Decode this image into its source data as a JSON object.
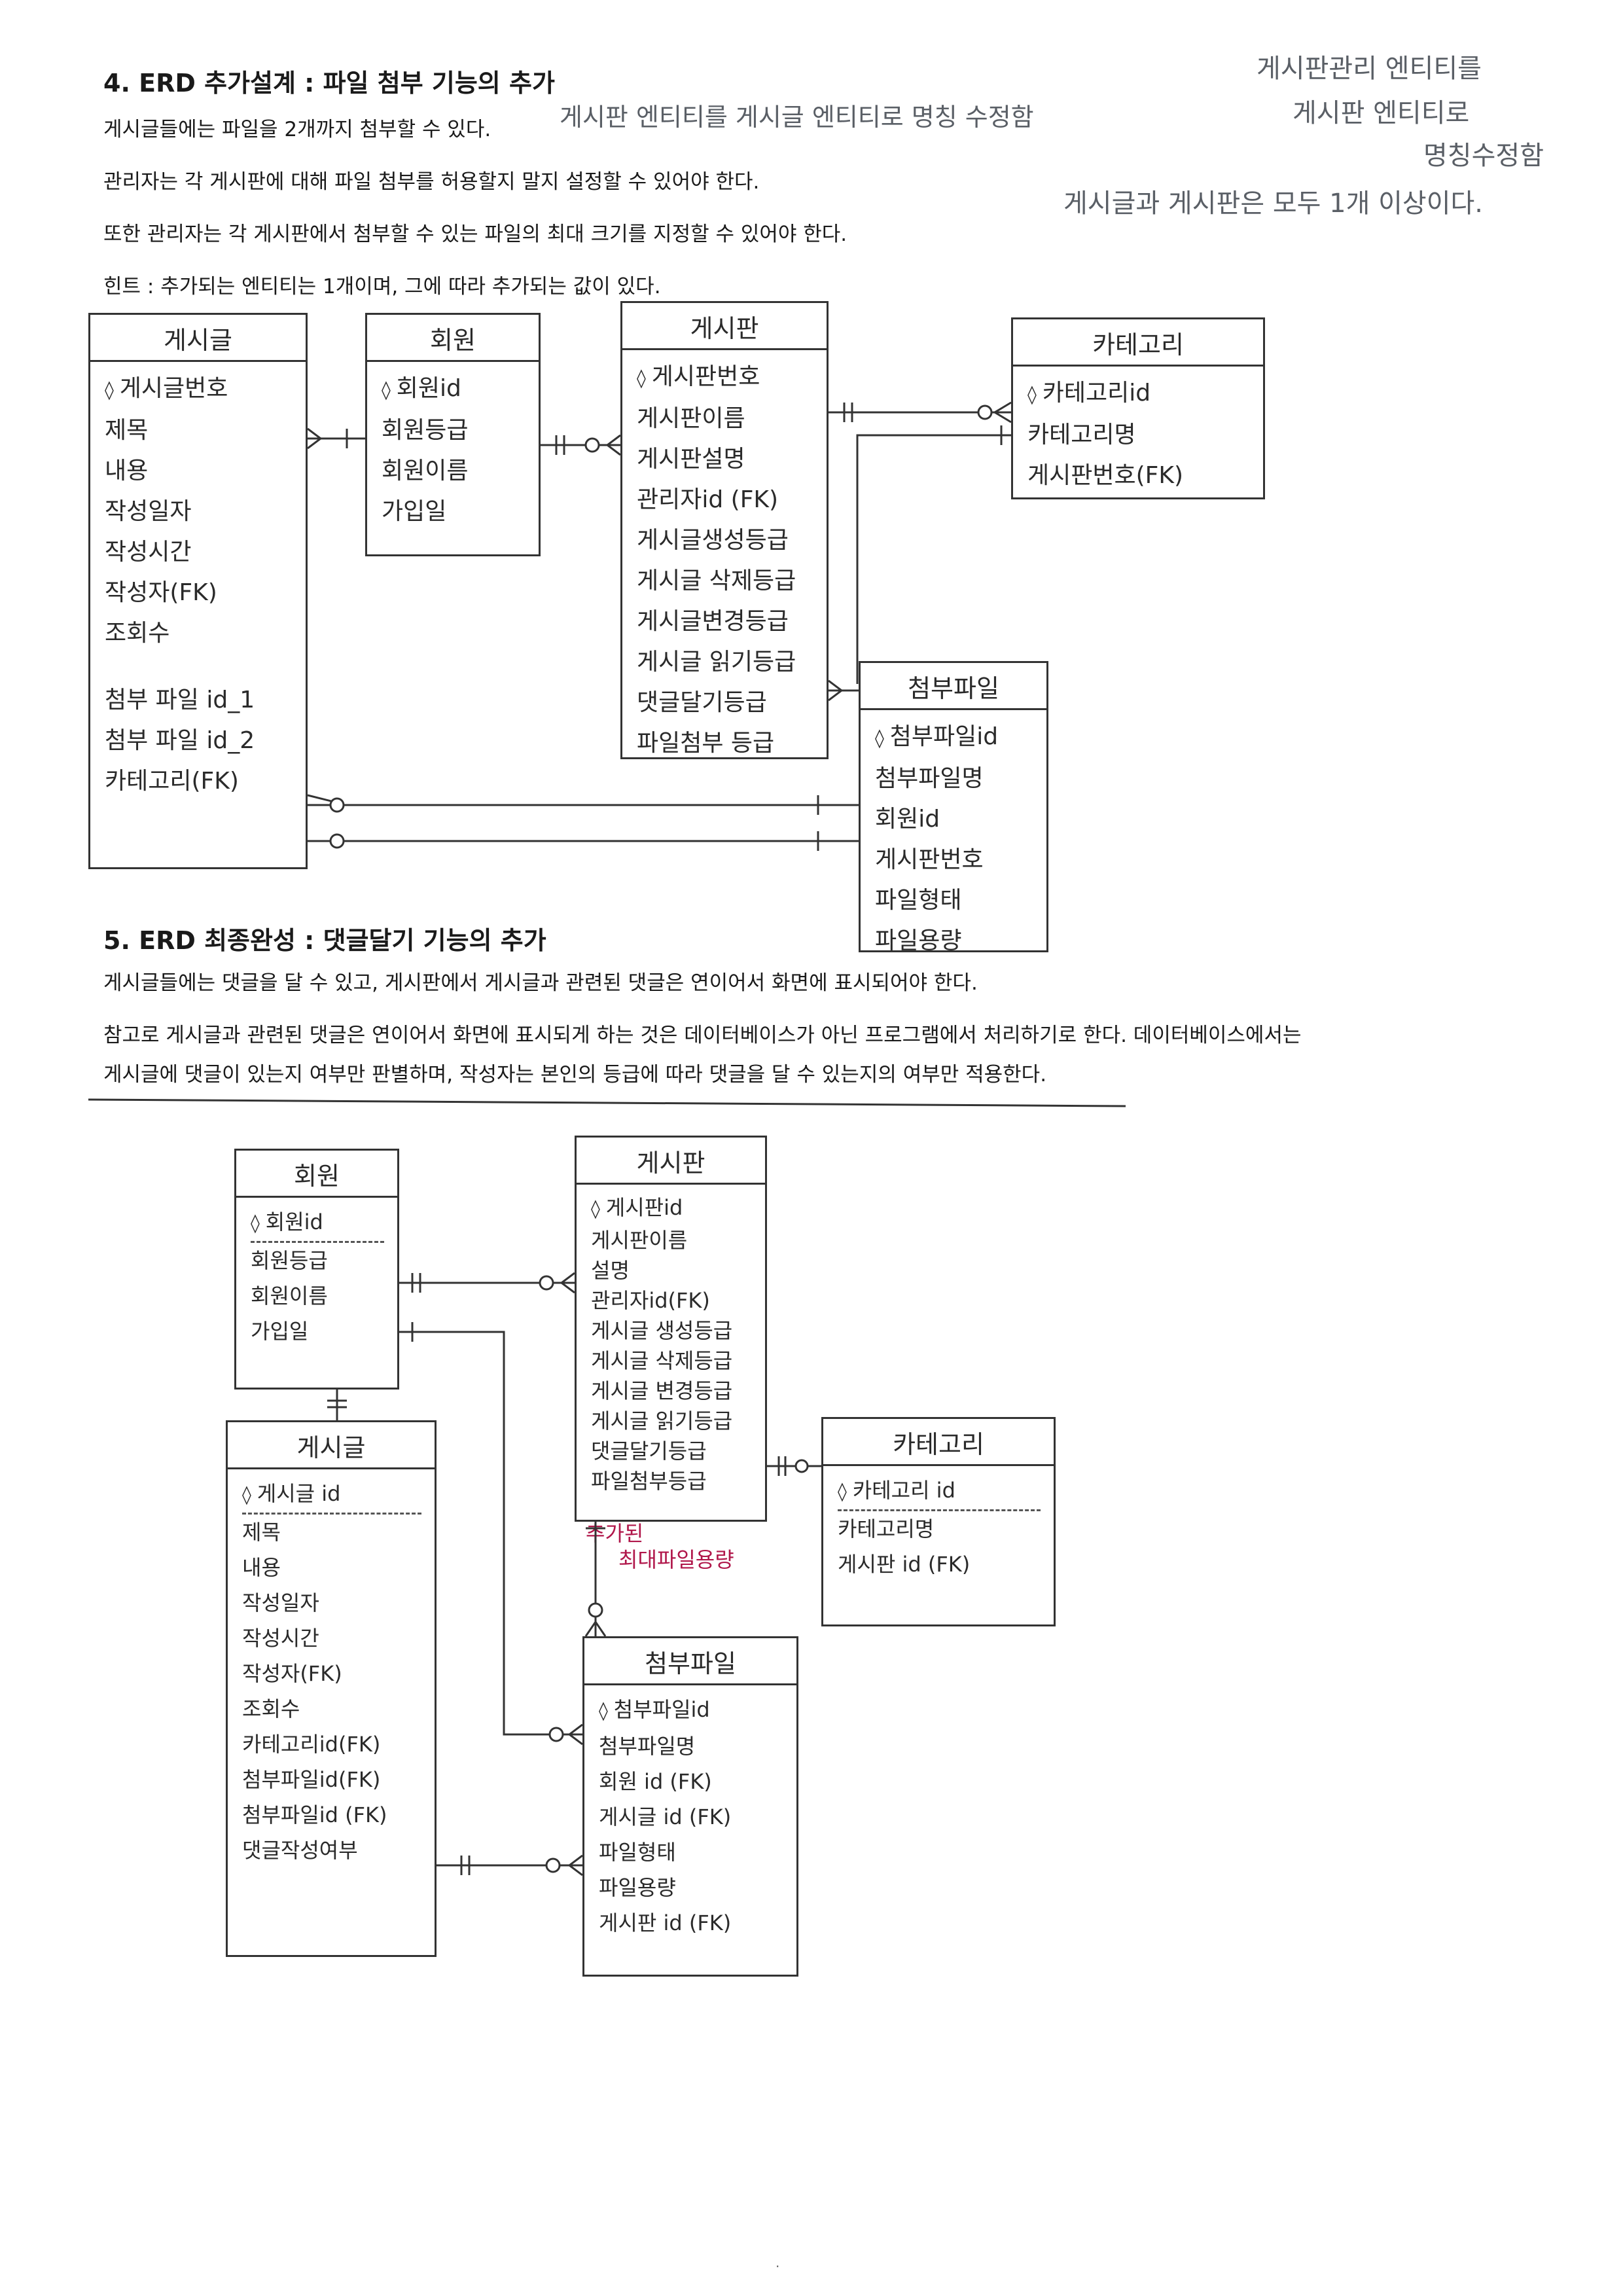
{
  "section4": {
    "heading": "4. ERD 추가설계 : 파일 첨부 기능의 추가",
    "lines": [
      "게시글들에는 파일을 2개까지 첨부할 수 있다.",
      "관리자는 각 게시판에 대해 파일 첨부를 허용할지 말지 설정할 수 있어야 한다.",
      "또한 관리자는 각 게시판에서 첨부할 수 있는 파일의 최대 크기를 지정할 수 있어야 한다.",
      "힌트 : 추가되는 엔티티는 1개이며, 그에 따라 추가되는 값이 있다."
    ],
    "handnotes": [
      "게시판 엔티티를 게시글 엔티티로 명칭 수정함",
      "게시판관리 엔티티를",
      "게시판 엔티티로",
      "명칭수정함",
      "게시글과 게시판은 모두 1개 이상이다."
    ],
    "entities": {
      "post": {
        "title": "게시글",
        "fields": [
          "게시글번호",
          "제목",
          "내용",
          "작성일자",
          "작성시간",
          "작성자(FK)",
          "조회수",
          "첨부 파일 id_1",
          "첨부 파일 id_2",
          "카테고리(FK)"
        ]
      },
      "member": {
        "title": "회원",
        "fields": [
          "회원id",
          "회원등급",
          "회원이름",
          "가입일"
        ]
      },
      "board": {
        "title": "게시판",
        "fields": [
          "게시판번호",
          "게시판이름",
          "게시판설명",
          "관리자id (FK)",
          "게시글생성등급",
          "게시글 삭제등급",
          "게시글변경등급",
          "게시글 읽기등급",
          "댓글달기등급",
          "파일첨부 등급"
        ]
      },
      "category": {
        "title": "카테고리",
        "fields": [
          "카테고리id",
          "카테고리명",
          "게시판번호(FK)"
        ]
      },
      "attach": {
        "title": "첨부파일",
        "fields": [
          "첨부파일id",
          "첨부파일명",
          "회원id",
          "게시판번호",
          "파일형태",
          "파일용량"
        ]
      }
    }
  },
  "section5": {
    "heading": "5. ERD 최종완성 : 댓글달기 기능의 추가",
    "lines": [
      "게시글들에는 댓글을 달 수 있고, 게시판에서 게시글과 관련된 댓글은 연이어서 화면에 표시되어야 한다.",
      "참고로 게시글과 관련된 댓글은 연이어서 화면에 표시되게 하는 것은 데이터베이스가 아닌 프로그램에서 처리하기로 한다. 데이터베이스에서는",
      "게시글에 댓글이 있는지 여부만 판별하며, 작성자는 본인의 등급에 따라 댓글을 달 수 있는지의 여부만 적용한다."
    ],
    "added_note": [
      "추가된",
      "최대파일용량"
    ],
    "entities": {
      "member": {
        "title": "회원",
        "fields": [
          "회원id",
          "회원등급",
          "회원이름",
          "가입일"
        ]
      },
      "board": {
        "title": "게시판",
        "fields": [
          "게시판id",
          "게시판이름",
          "설명",
          "관리자id(FK)",
          "게시글 생성등급",
          "게시글 삭제등급",
          "게시글 변경등급",
          "게시글 읽기등급",
          "댓글달기등급",
          "파일첨부등급"
        ]
      },
      "category": {
        "title": "카테고리",
        "fields": [
          "카테고리 id",
          "카테고리명",
          "게시판 id (FK)"
        ]
      },
      "post": {
        "title": "게시글",
        "fields": [
          "게시글 id",
          "제목",
          "내용",
          "작성일자",
          "작성시간",
          "작성자(FK)",
          "조회수",
          "카테고리id(FK)",
          "첨부파일id(FK)",
          "첨부파일id (FK)",
          "댓글작성여부"
        ]
      },
      "attach": {
        "title": "첨부파일",
        "fields": [
          "첨부파일id",
          "첨부파일명",
          "회원 id (FK)",
          "게시글 id (FK)",
          "파일형태",
          "파일용량",
          "게시판 id (FK)"
        ]
      }
    }
  },
  "footer": {
    "mark": "."
  }
}
